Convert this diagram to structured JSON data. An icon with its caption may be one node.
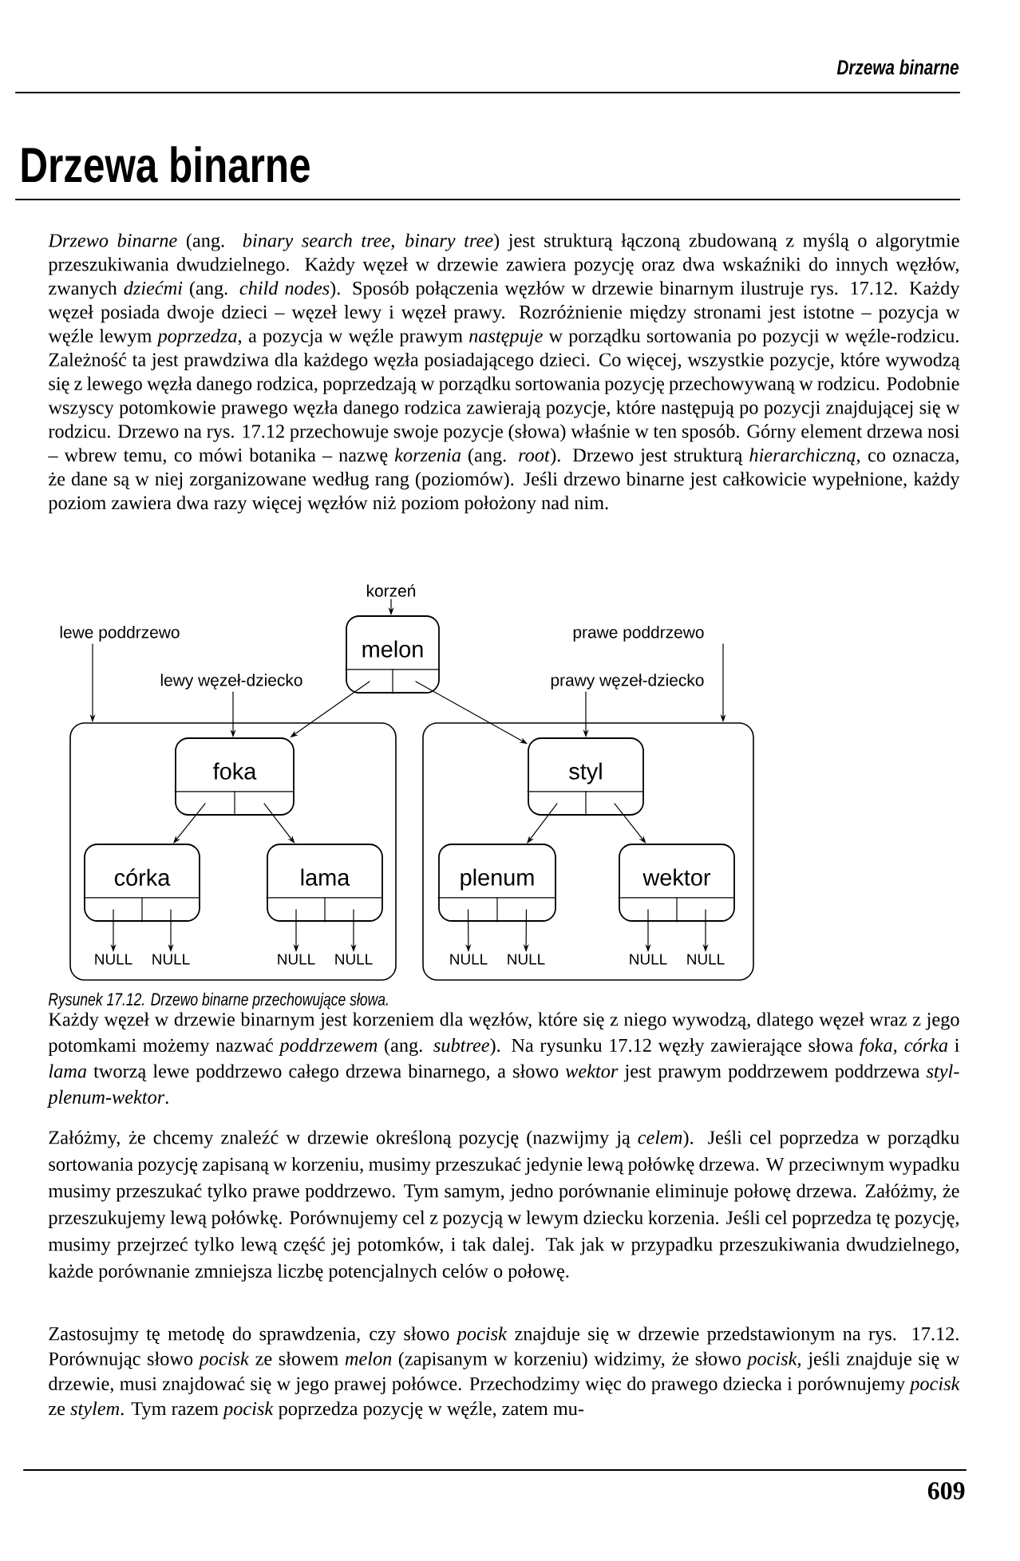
{
  "diagram": {
    "title": "Drzewa binarne",
    "caption": "Rysunek 17.12. Drzewo binarne przechowujące słowa.",
    "nodes": [
      {
        "text": [
          "korzeń"
        ]
      },
      {
        "text": [
          "melon"
        ]
      },
      {
        "text": [
          "lewe poddrzewo"
        ]
      },
      {
        "text": [
          "prawe poddrzewo"
        ]
      },
      {
        "text": [
          "lewy węzeł-dziecko"
        ]
      },
      {
        "text": [
          "prawy węzeł-dziecko"
        ]
      },
      {
        "text": [],
        "shape": "box"
      },
      {
        "text": [
          "foka"
        ],
        "in": 6
      },
      {
        "text": [
          "córka"
        ],
        "in": 6
      },
      {
        "text": [
          "lama"
        ],
        "in": 6
      },
      {
        "text": [],
        "shape": "box"
      },
      {
        "text": [
          "styl"
        ],
        "in": 10
      },
      {
        "text": [
          "plenum"
        ],
        "in": 10
      },
      {
        "text": [
          "wektor"
        ],
        "in": 10
      },
      {
        "text": [
          "NULL"
        ],
        "in": 6
      },
      {
        "text": [
          "NULL"
        ],
        "in": 6
      },
      {
        "text": [
          "NULL"
        ],
        "in": 6
      },
      {
        "text": [
          "NULL"
        ],
        "in": 6
      },
      {
        "text": [
          "NULL"
        ],
        "in": 10
      },
      {
        "text": [
          "NULL"
        ],
        "in": 10
      },
      {
        "text": [
          "NULL"
        ],
        "in": 10
      },
      {
        "text": [
          "NULL"
        ],
        "in": 10
      }
    ],
    "edges": [
      {
        "from": 0,
        "to": 1,
        "arrow": "to"
      },
      {
        "from": 2,
        "to": 6,
        "arrow": "to"
      },
      {
        "from": 3,
        "to": 10,
        "arrow": "to"
      },
      {
        "from": 4,
        "to": 7,
        "arrow": "to"
      },
      {
        "from": 5,
        "to": 11,
        "arrow": "to"
      },
      {
        "from": 1,
        "to": 7,
        "arrow": "to"
      },
      {
        "from": 1,
        "to": 11,
        "arrow": "to"
      },
      {
        "from": 7,
        "to": 8,
        "arrow": "to"
      },
      {
        "from": 7,
        "to": 9,
        "arrow": "to"
      },
      {
        "from": 11,
        "to": 12,
        "arrow": "to"
      },
      {
        "from": 11,
        "to": 13,
        "arrow": "to"
      },
      {
        "from": 8,
        "to": 14,
        "arrow": "to"
      },
      {
        "from": 8,
        "to": 15,
        "arrow": "to"
      },
      {
        "from": 9,
        "to": 16,
        "arrow": "to"
      },
      {
        "from": 9,
        "to": 17,
        "arrow": "to"
      },
      {
        "from": 12,
        "to": 18,
        "arrow": "to"
      },
      {
        "from": 12,
        "to": 19,
        "arrow": "to"
      },
      {
        "from": 13,
        "to": 20,
        "arrow": "to"
      },
      {
        "from": 13,
        "to": 21,
        "arrow": "to"
      }
    ],
    "labels": [
      "Drzewa binarne",
      "*Drzewo binarne* (ang. *binary search tree, binary tree*) jest strukturą łączoną zbudowaną z myślą o algorytmie przeszukiwania dwudzielnego. Każdy węzeł w drzewie zawiera pozycję oraz dwa wskaźniki do innych węzłów, zwanych *dziećmi* (ang. *child nodes*). Sposób połączenia węzłów w drzewie binarnym ilustruje rys. 17.12. Każdy węzeł posiada dwoje dzieci – węzeł lewy i węzeł prawy. Rozróżnienie między stronami jest istotne – pozycja w węźle lewym *poprzedza*, a pozycja w węźle prawym *następuje* w porządku sortowania po pozycji w węźle-rodzicu. Zależność ta jest prawdziwa dla każdego węzła posiadającego dzieci. Co więcej, wszystkie pozycje, które wywodzą się z lewego węzła danego rodzica, poprzedzają w porządku sortowania pozycję przechowywaną w rodzicu. Podobnie wszyscy potomkowie prawego węzła danego rodzica zawierają pozycje, które następują po pozycji znajdującej się w rodzicu. Drzewo na rys. 17.12 przechowuje swoje pozycje (słowa) właśnie w ten sposób. Górny element drzewa nosi – wbrew temu, co mówi botanika – nazwę *korzenia* (ang. *root*). Drzewo jest strukturą *hierarchiczną*, co oznacza, że dane są w niej zorganizowane według rang (poziomów). Jeśli drzewo binarne jest całkowicie wypełnione, każdy poziom zawiera dwa razy więcej węzłów niż poziom położony nad nim.",
      "Każdy węzeł w drzewie binarnym jest korzeniem dla węzłów, które się z niego wywodzą, dlatego węzeł wraz z jego potomkami możemy nazwać *poddrzewem* (ang. *subtree*). Na rysunku 17.12 węzły zawierające słowa *foka, córka* i *lama* tworzą lewe poddrzewo całego drzewa binarnego, a słowo *wektor* jest prawym poddrzewem poddrzewa *styl-plenum-wektor*.",
      "Załóżmy, że chcemy znaleźć w drzewie określoną pozycję (nazwijmy ją *celem*). Jeśli cel poprzedza w porządku sortowania pozycję zapisaną w korzeniu, musimy przeszukać jedynie lewą połówkę drzewa. W przeciwnym wypadku musimy przeszukać tylko prawe poddrzewo. Tym samym, jedno porównanie eliminuje połowę drzewa. Załóżmy, że przeszukujemy lewą połówkę. Porównujemy cel z pozycją w lewym dziecku korzenia. Jeśli cel poprzedza tę pozycję, musimy przejrzeć tylko lewą część jej potomków, i tak dalej. Tak jak w przypadku przeszukiwania dwudzielnego, każde porównanie zmniejsza liczbę potencjalnych celów o połowę.",
      "Zastosujmy tę metodę do sprawdzenia, czy słowo *pocisk* znajduje się w drzewie przedstawionym na rys. 17.12. Porównując słowo *pocisk* ze słowem *melon* (zapisanym w korzeniu) widzimy, że słowo *pocisk*, jeśli znajduje się w drzewie, musi znajdować się w jego prawej połówce. Przechodzimy więc do prawego dziecka i porównujemy *pocisk* ze *stylem*. Tym razem *pocisk* poprzedza pozycję w węźle, zatem mu-",
      "609"
    ]
  }
}
